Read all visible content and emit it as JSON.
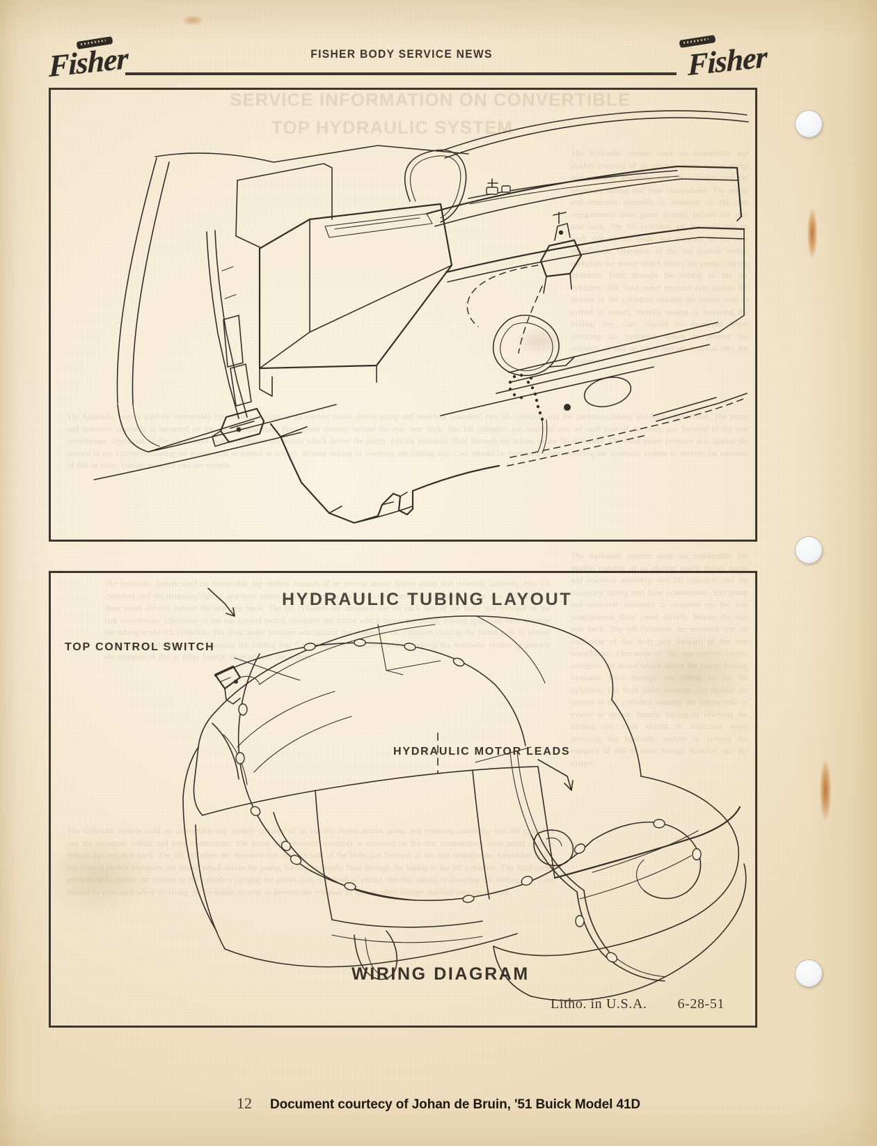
{
  "document": {
    "publication": "FISHER BODY SERVICE NEWS",
    "brand_logo_text": "Fisher",
    "page_number": "12",
    "credit_line": "Document courtecy of Johan de Bruin, '51 Buick Model 41D",
    "paper_color": "#f6ead2",
    "ink_color": "#332e27"
  },
  "header": {
    "title": "FISHER BODY SERVICE NEWS",
    "logo_left": "Fisher",
    "logo_right": "Fisher"
  },
  "figures": [
    {
      "id": "hydraulic-tubing-layout",
      "caption": "HYDRAULIC TUBING LAYOUT",
      "labels": []
    },
    {
      "id": "wiring-diagram",
      "caption": "WIRING DIAGRAM",
      "labels": [
        {
          "text": "TOP CONTROL SWITCH"
        },
        {
          "text": "HYDRAULIC MOTOR LEADS"
        }
      ],
      "litho_note": "Litho. in U.S.A.",
      "litho_date": "6-28-51"
    }
  ],
  "footer": {
    "page_number": "12",
    "credit": "Document courtecy of Johan de Bruin, '51 Buick Model 41D"
  },
  "bleed_through": {
    "heading_line_1": "SERVICE INFORMATION ON CONVERTIBLE",
    "heading_line_2": "TOP HYDRAULIC SYSTEM",
    "body": "The hydraulic system used on convertible top models consists of an electric motor driven pump and reservoir assembly, two lift cylinders and the necessary tubing and hose connections. The pump and reservoir assembly is mounted on the rear compartment floor panel directly behind the rear seat back. The lift cylinders are mounted one on each side of the body just forward of the rear wheelhouse. Operation of the top control switch energizes the motor which drives the pump, forcing hydraulic fluid through the tubing to the lift cylinders. The fluid under pressure acts against the pistons in the cylinders causing the piston rods to extend or retract, thereby raising or lowering the folding top. Care should be exercised when servicing the hydraulic system to prevent the entrance of dirt or other foreign material into the system."
  }
}
